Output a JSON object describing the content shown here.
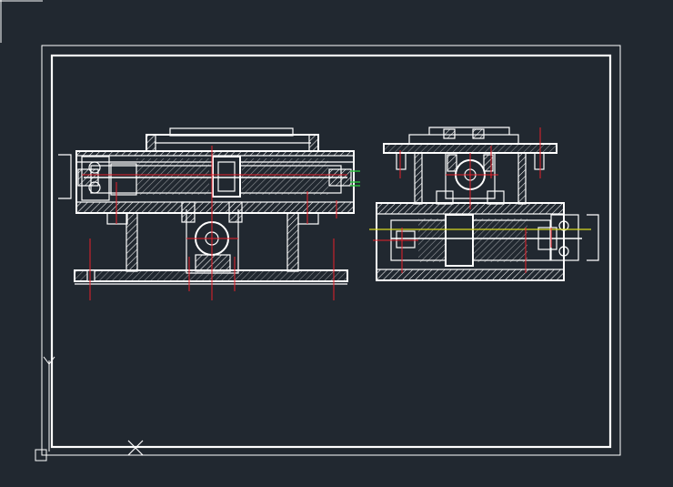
{
  "viewport": {
    "background": "#212830",
    "line_color": "#ffffff",
    "centerline_color": "#e8202a",
    "accent_green": "#27c23a",
    "accent_yellow": "#d8d820"
  },
  "views": [
    {
      "id": "front-view",
      "kind": "section"
    },
    {
      "id": "side-view",
      "kind": "section"
    }
  ],
  "icons": {
    "ucs": "ucs-icon",
    "crosshair": "crosshair-icon",
    "pickbox": "pickbox-icon"
  }
}
